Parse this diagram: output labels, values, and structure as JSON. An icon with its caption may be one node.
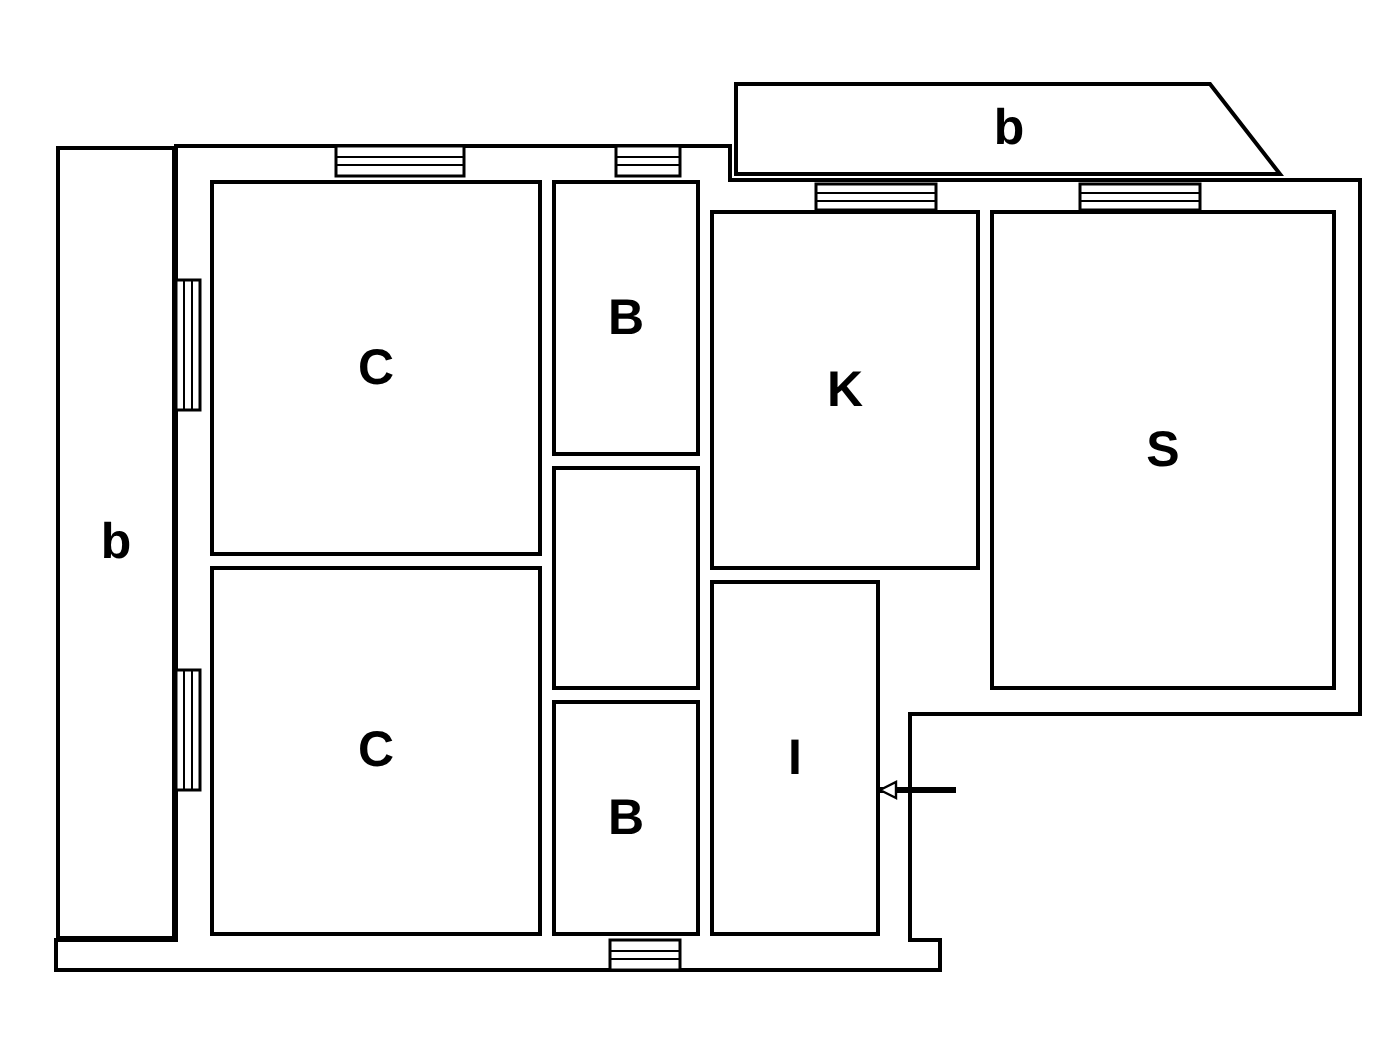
{
  "diagram": {
    "nodes": [
      {
        "text": [
          "b"
        ]
      },
      {
        "text": [
          "C"
        ]
      },
      {
        "text": [
          "B"
        ]
      },
      {
        "text": [
          "K"
        ]
      },
      {
        "text": [
          "S"
        ]
      },
      {
        "text": [
          "b"
        ]
      },
      {
        "text": [],
        "shape": "box"
      },
      {
        "text": [
          "C"
        ]
      },
      {
        "text": [
          "B"
        ]
      },
      {
        "text": [
          "I"
        ]
      }
    ],
    "edges": [
      {
        "from": null,
        "to": 9,
        "arrow": "to"
      }
    ]
  }
}
